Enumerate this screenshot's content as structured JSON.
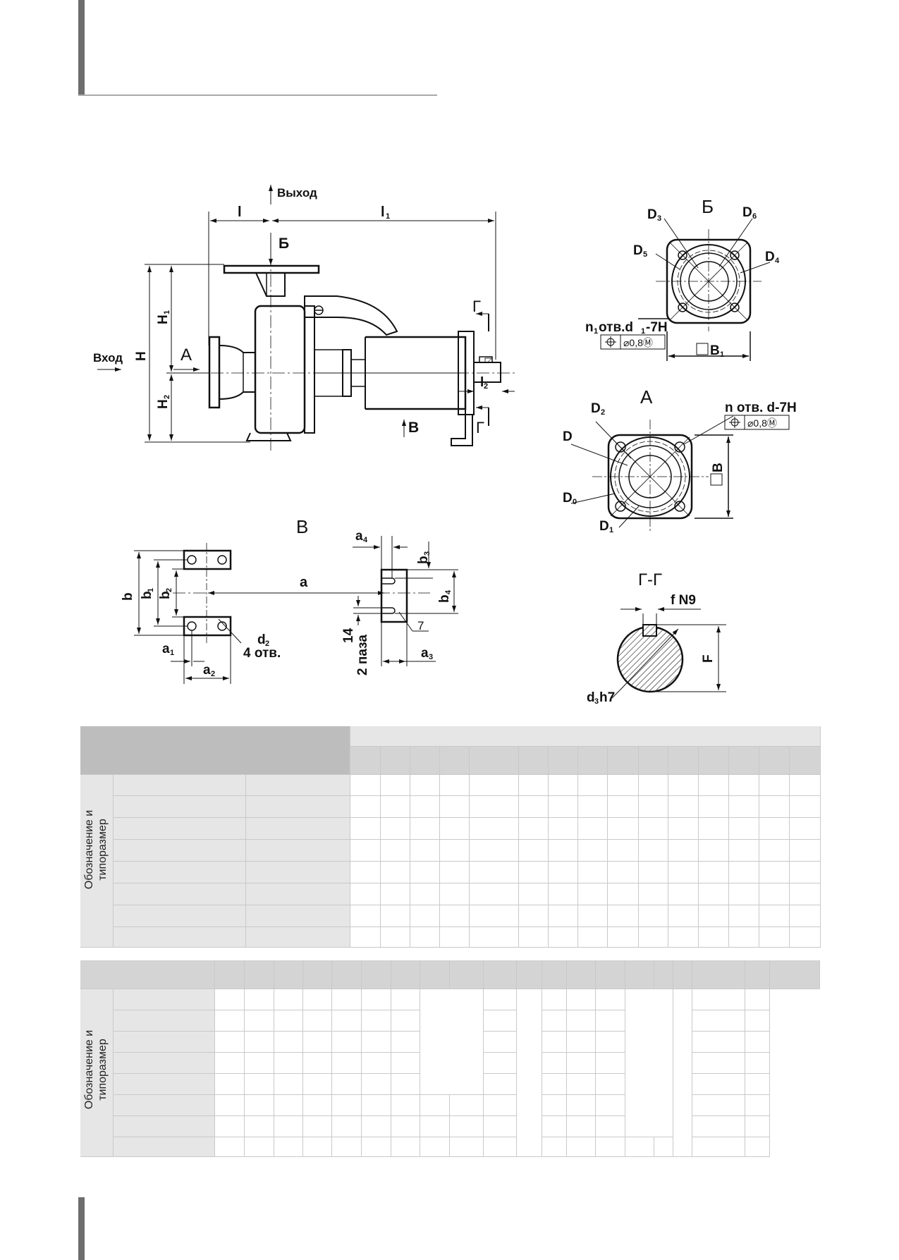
{
  "drawing": {
    "main_view": {
      "outlet_label": "Выход",
      "inlet_label": "Вход",
      "view_A": "А",
      "view_B_arrow": "Б",
      "view_V_arrow": "В",
      "section_G_top": "Г",
      "section_G_bottom": "Г",
      "dim_l": "l",
      "dim_l1": "l",
      "dim_l1_sub": "1",
      "dim_l2": "l",
      "dim_l2_sub": "2",
      "dim_H": "H",
      "dim_H1": "H",
      "dim_H1_sub": "1",
      "dim_H2": "H",
      "dim_H2_sub": "2"
    },
    "view_B_flange": {
      "title": "Б",
      "D3": "D",
      "D3_sub": "3",
      "D6": "D",
      "D6_sub": "6",
      "D5": "D",
      "D5_sub": "5",
      "D4": "D",
      "D4_sub": "4",
      "holes": "n",
      "holes_sub": "1",
      "holes_text": "отв.d",
      "holes_text_sub": "1",
      "holes_tol": "-7H",
      "tolerance": "⌀0,8Ⓜ",
      "B1": "B",
      "B1_sub": "1"
    },
    "view_A_flange": {
      "title": "А",
      "D2": "D",
      "D2_sub": "2",
      "D": "D",
      "D0": "D",
      "D0_sub": "0",
      "D1": "D",
      "D1_sub": "1",
      "holes": "n отв. d-7H",
      "tolerance": "⌀0,8Ⓜ",
      "B": "B"
    },
    "view_V_feet": {
      "title": "В",
      "b": "b",
      "b1": "b",
      "b1_sub": "1",
      "b2": "b",
      "b2_sub": "2",
      "a": "a",
      "a1": "a",
      "a1_sub": "1",
      "a2": "a",
      "a2_sub": "2",
      "d2": "d",
      "d2_sub": "2",
      "holes4": "4 отв.",
      "a4": "a",
      "a4_sub": "4",
      "b3": "b",
      "b3_sub": "3",
      "b4": "b",
      "b4_sub": "4",
      "a3": "a",
      "a3_sub": "3",
      "slot_width": "14",
      "slots": "2 паза",
      "slot_num": "7"
    },
    "section_GG": {
      "title": "Г-Г",
      "key": "f N9",
      "F": "F",
      "d3": "d",
      "d3_sub": "3",
      "d3_tol": "h7"
    }
  },
  "tables": {
    "top": {
      "row_header": "Обозначение и\nтипоразмер"
    },
    "bottom": {
      "row_header": "Обозначение и\nтипоразмер"
    }
  }
}
